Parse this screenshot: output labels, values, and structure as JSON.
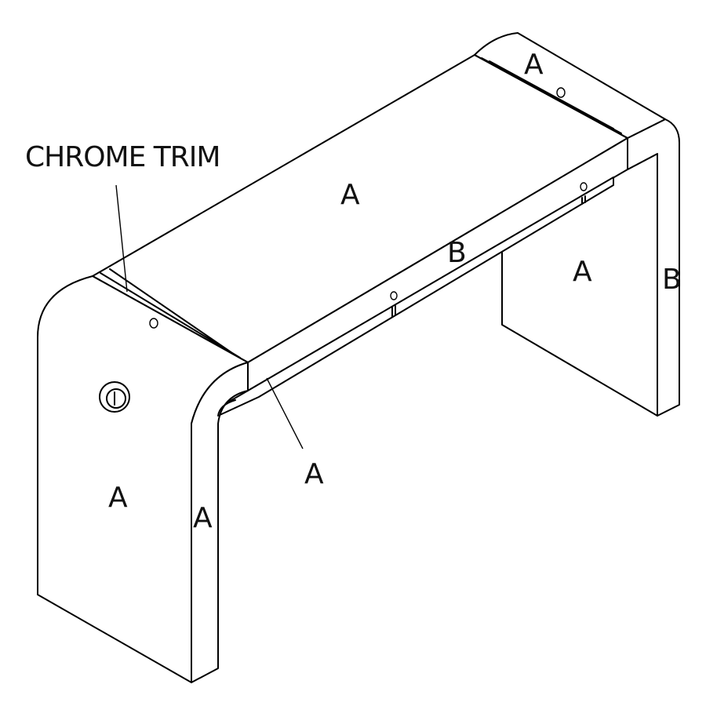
{
  "callout": {
    "chrome_trim": "CHROME TRIM"
  },
  "labels": {
    "top_surface": "A",
    "top_right_cap": "A",
    "front_edge_band": "B",
    "right_leg_inner": "A",
    "right_leg_edge": "B",
    "front_trim_pointer": "A",
    "left_leg_face": "A",
    "left_leg_edge": "A"
  }
}
